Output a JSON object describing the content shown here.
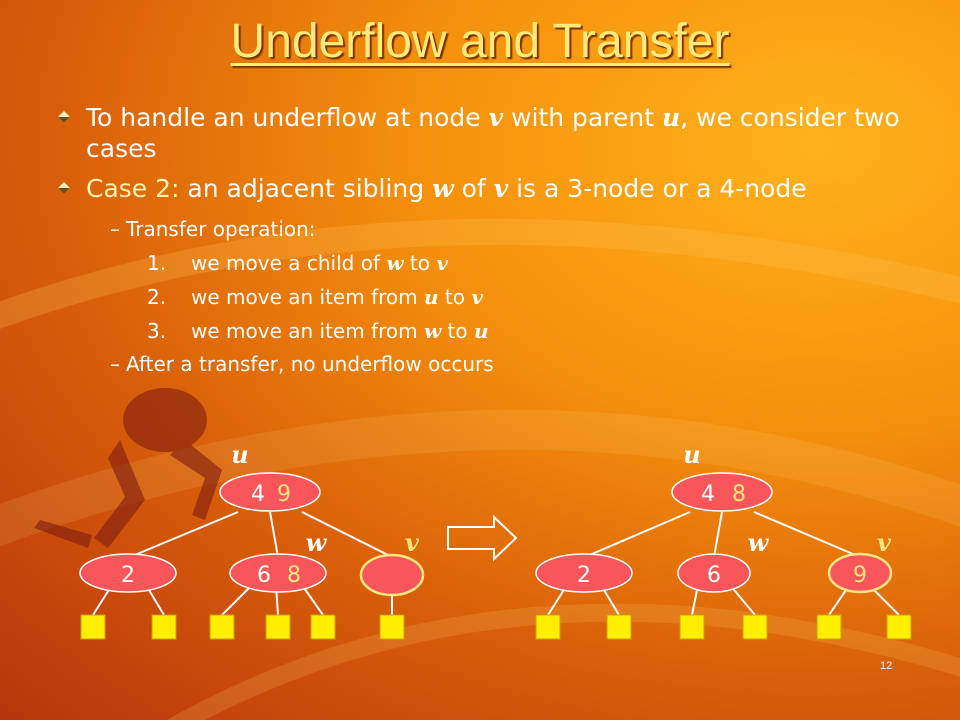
{
  "title": "Underflow and Transfer",
  "bullets": {
    "b1": {
      "t1": "To handle an underflow at node ",
      "v": "v",
      "t2": " with parent ",
      "u": "u",
      "t3": ", we consider two cases"
    },
    "b2": {
      "lead": "Case 2:",
      "t1": " an adjacent sibling ",
      "w": "w",
      "t2": " of ",
      "v": "v",
      "t3": " is a 3-node or a 4-node"
    },
    "sub1": "Transfer operation:",
    "steps": [
      {
        "n": "1.",
        "t1": "we move a child of ",
        "a": "w",
        "t2": " to ",
        "b": "v"
      },
      {
        "n": "2.",
        "t1": "we move an item from ",
        "a": "u",
        "t2": " to ",
        "b": "v"
      },
      {
        "n": "3.",
        "t1": "we move an item from ",
        "a": "w",
        "t2": " to ",
        "b": "u"
      }
    ],
    "sub2": "After a transfer, no underflow occurs"
  },
  "diagram": {
    "before": {
      "label_u": "u",
      "label_w": "w",
      "label_v": "v",
      "root": {
        "k1": "4",
        "k2": "9"
      },
      "left": "2",
      "mid": {
        "k1": "6",
        "k2": "8"
      },
      "right": ""
    },
    "after": {
      "label_u": "u",
      "label_w": "w",
      "label_v": "v",
      "root": {
        "k1": "4",
        "k2": "8"
      },
      "left": "2",
      "mid": "6",
      "right": "9"
    }
  },
  "colors": {
    "node": "#f8565a",
    "leaf": "#ffee00",
    "highlight": "#ffe680",
    "title": "#ffea7a"
  },
  "page_number": "12"
}
